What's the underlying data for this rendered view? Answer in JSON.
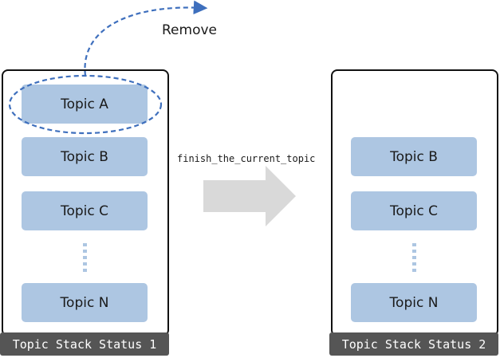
{
  "action_label": "Remove",
  "function_label": "finish_the_current_topic",
  "stack1": {
    "status": "Topic Stack Status 1",
    "topics": [
      "Topic A",
      "Topic B",
      "Topic C",
      "Topic N"
    ]
  },
  "stack2": {
    "status": "Topic Stack Status 2",
    "topics": [
      "Topic B",
      "Topic C",
      "Topic N"
    ]
  },
  "colors": {
    "topic_fill": "#adc6e2",
    "dashed_outline": "#3e6fbd",
    "arrow_fill": "#d9d9d9",
    "status_bar": "#555555"
  }
}
